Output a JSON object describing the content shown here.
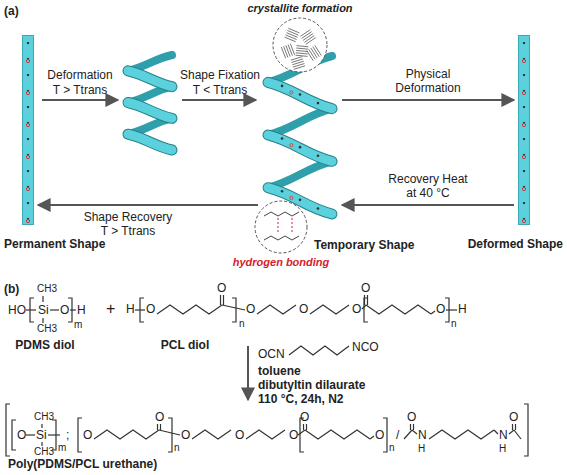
{
  "diagram": {
    "nodes": [
      {
        "text": [
          "Permanent Shape"
        ]
      },
      {
        "text": [
          "crystallite formation"
        ]
      },
      {
        "text": [
          "Temporary Shape"
        ]
      },
      {
        "text": [
          "hydrogen bonding"
        ]
      },
      {
        "text": [
          "Deformed Shape"
        ]
      }
    ],
    "edges": [
      {
        "from": 2,
        "to": 4,
        "arrow": "to",
        "label": "Physical Deformation"
      },
      {
        "from": 4,
        "to": 2,
        "arrow": "to",
        "label": "Recovery Heat at 40 °C"
      },
      {
        "from": 2,
        "to": 0,
        "arrow": "to",
        "label": "Shape Recovery T > Ttrans"
      }
    ],
    "labels": [
      "(a)",
      "Deformation",
      "T > Ttrans",
      "Shape Fixation",
      "T < Ttrans",
      "(b)",
      "CH3",
      "HO",
      "Si",
      "O",
      "H",
      "CH3",
      "m",
      "PDMS diol",
      "+",
      "H",
      "O",
      "O",
      "n",
      "O",
      "O",
      "O",
      "O",
      "O",
      "n",
      "H",
      "PCL diol",
      "OCN",
      "NCO",
      "toluene",
      "dibutyltin dilaurate",
      "110 °C, 24h, N2",
      "O",
      "Si",
      "CH3",
      "CH3",
      "m",
      ";",
      "O",
      "O",
      "n",
      "O",
      "O",
      "O",
      "O",
      "O",
      "n",
      "/",
      "O",
      "N",
      "H",
      "N",
      "H",
      "O",
      "Poly(PDMS/PCL urethane)"
    ]
  }
}
